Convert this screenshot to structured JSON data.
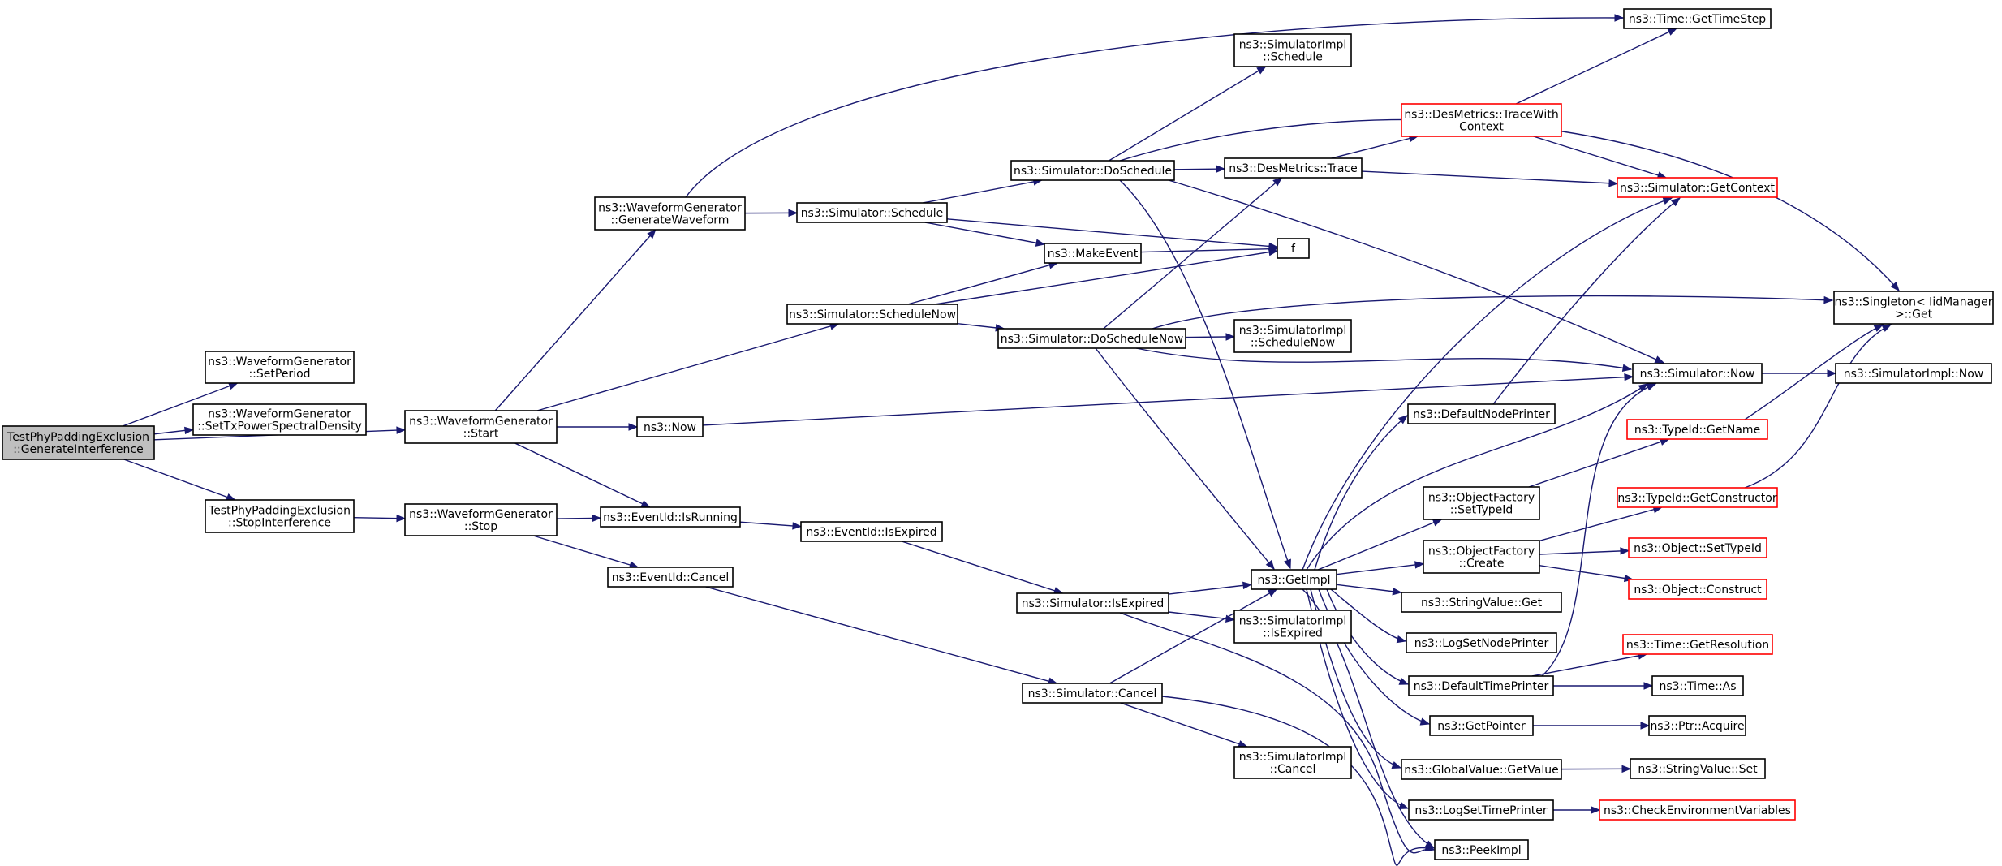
{
  "colors": {
    "edge": "#191970",
    "node_border": "#000000",
    "node_border_external": "#ff0000",
    "node_fill": "#ffffff",
    "root_fill": "#bfbfbf"
  },
  "graph": {
    "nodes": [
      {
        "id": "root",
        "lines": [
          "TestPhyPaddingExclusion",
          "::GenerateInterference"
        ],
        "root": true
      },
      {
        "id": "wg_setperiod",
        "lines": [
          "ns3::WaveformGenerator",
          "::SetPeriod"
        ]
      },
      {
        "id": "wg_settxpsd",
        "lines": [
          "ns3::WaveformGenerator",
          "::SetTxPowerSpectralDensity"
        ]
      },
      {
        "id": "wg_start",
        "lines": [
          "ns3::WaveformGenerator",
          "::Start"
        ]
      },
      {
        "id": "stop_interf",
        "lines": [
          "TestPhyPaddingExclusion",
          "::StopInterference"
        ]
      },
      {
        "id": "wg_genwave",
        "lines": [
          "ns3::WaveformGenerator",
          "::GenerateWaveform"
        ]
      },
      {
        "id": "sim_schedulenow",
        "lines": [
          "ns3::Simulator::ScheduleNow"
        ]
      },
      {
        "id": "ns3_now",
        "lines": [
          "ns3::Now"
        ]
      },
      {
        "id": "eid_isrunning",
        "lines": [
          "ns3::EventId::IsRunning"
        ]
      },
      {
        "id": "wg_stop",
        "lines": [
          "ns3::WaveformGenerator",
          "::Stop"
        ]
      },
      {
        "id": "eid_cancel",
        "lines": [
          "ns3::EventId::Cancel"
        ]
      },
      {
        "id": "sim_schedule",
        "lines": [
          "ns3::Simulator::Schedule"
        ]
      },
      {
        "id": "eid_isexpired",
        "lines": [
          "ns3::EventId::IsExpired"
        ]
      },
      {
        "id": "sim_doschedule",
        "lines": [
          "ns3::Simulator::DoSchedule"
        ]
      },
      {
        "id": "make_event",
        "lines": [
          "ns3::MakeEvent"
        ]
      },
      {
        "id": "sim_doschedulenow",
        "lines": [
          "ns3::Simulator::DoScheduleNow"
        ]
      },
      {
        "id": "sim_isexpired",
        "lines": [
          "ns3::Simulator::IsExpired"
        ]
      },
      {
        "id": "sim_cancel",
        "lines": [
          "ns3::Simulator::Cancel"
        ]
      },
      {
        "id": "simimpl_schedule",
        "lines": [
          "ns3::SimulatorImpl",
          "::Schedule"
        ]
      },
      {
        "id": "desm_trace",
        "lines": [
          "ns3::DesMetrics::Trace"
        ]
      },
      {
        "id": "f",
        "lines": [
          "f"
        ]
      },
      {
        "id": "simimpl_schedulenow",
        "lines": [
          "ns3::SimulatorImpl",
          "::ScheduleNow"
        ]
      },
      {
        "id": "getimpl",
        "lines": [
          "ns3::GetImpl"
        ]
      },
      {
        "id": "simimpl_isexpired",
        "lines": [
          "ns3::SimulatorImpl",
          "::IsExpired"
        ]
      },
      {
        "id": "simimpl_cancel",
        "lines": [
          "ns3::SimulatorImpl",
          "::Cancel"
        ]
      },
      {
        "id": "desm_tracewithctx",
        "lines": [
          "ns3::DesMetrics::TraceWith",
          "Context"
        ],
        "external": true
      },
      {
        "id": "default_node_printer",
        "lines": [
          "ns3::DefaultNodePrinter"
        ]
      },
      {
        "id": "of_settypeid",
        "lines": [
          "ns3::ObjectFactory",
          "::SetTypeId"
        ]
      },
      {
        "id": "of_create",
        "lines": [
          "ns3::ObjectFactory",
          "::Create"
        ]
      },
      {
        "id": "stringvalue_get",
        "lines": [
          "ns3::StringValue::Get"
        ]
      },
      {
        "id": "log_set_node_printer",
        "lines": [
          "ns3::LogSetNodePrinter"
        ]
      },
      {
        "id": "default_time_printer",
        "lines": [
          "ns3::DefaultTimePrinter"
        ]
      },
      {
        "id": "get_pointer",
        "lines": [
          "ns3::GetPointer"
        ]
      },
      {
        "id": "globalvalue_getvalue",
        "lines": [
          "ns3::GlobalValue::GetValue"
        ]
      },
      {
        "id": "log_set_time_printer",
        "lines": [
          "ns3::LogSetTimePrinter"
        ]
      },
      {
        "id": "peek_impl",
        "lines": [
          "ns3::PeekImpl"
        ]
      },
      {
        "id": "time_gettimestep",
        "lines": [
          "ns3::Time::GetTimeStep"
        ]
      },
      {
        "id": "sim_getcontext",
        "lines": [
          "ns3::Simulator::GetContext"
        ],
        "external": true
      },
      {
        "id": "sim_now",
        "lines": [
          "ns3::Simulator::Now"
        ]
      },
      {
        "id": "typeid_getname",
        "lines": [
          "ns3::TypeId::GetName"
        ],
        "external": true
      },
      {
        "id": "typeid_getconstructor",
        "lines": [
          "ns3::TypeId::GetConstructor"
        ],
        "external": true
      },
      {
        "id": "object_settypeid",
        "lines": [
          "ns3::Object::SetTypeId"
        ],
        "external": true
      },
      {
        "id": "object_construct",
        "lines": [
          "ns3::Object::Construct"
        ],
        "external": true
      },
      {
        "id": "time_getresolution",
        "lines": [
          "ns3::Time::GetResolution"
        ],
        "external": true
      },
      {
        "id": "time_as",
        "lines": [
          "ns3::Time::As"
        ]
      },
      {
        "id": "ptr_acquire",
        "lines": [
          "ns3::Ptr::Acquire"
        ]
      },
      {
        "id": "stringvalue_set",
        "lines": [
          "ns3::StringValue::Set"
        ]
      },
      {
        "id": "check_env_vars",
        "lines": [
          "ns3::CheckEnvironmentVariables"
        ],
        "external": true
      },
      {
        "id": "singleton_get",
        "lines": [
          "ns3::Singleton< IidManager",
          " >::Get"
        ]
      },
      {
        "id": "simimpl_now",
        "lines": [
          "ns3::SimulatorImpl::Now"
        ]
      }
    ],
    "edges": [
      [
        "root",
        "wg_setperiod"
      ],
      [
        "root",
        "wg_settxpsd"
      ],
      [
        "root",
        "wg_start"
      ],
      [
        "root",
        "stop_interf"
      ],
      [
        "wg_start",
        "wg_genwave"
      ],
      [
        "wg_start",
        "sim_schedulenow"
      ],
      [
        "wg_start",
        "ns3_now"
      ],
      [
        "wg_start",
        "eid_isrunning"
      ],
      [
        "stop_interf",
        "wg_stop"
      ],
      [
        "wg_stop",
        "eid_isrunning"
      ],
      [
        "wg_stop",
        "eid_cancel"
      ],
      [
        "wg_genwave",
        "sim_schedule"
      ],
      [
        "wg_genwave",
        "time_gettimestep"
      ],
      [
        "sim_schedule",
        "sim_doschedule"
      ],
      [
        "sim_schedule",
        "make_event"
      ],
      [
        "sim_schedule",
        "f"
      ],
      [
        "sim_schedulenow",
        "make_event"
      ],
      [
        "sim_schedulenow",
        "f"
      ],
      [
        "sim_schedulenow",
        "sim_doschedulenow"
      ],
      [
        "make_event",
        "f"
      ],
      [
        "ns3_now",
        "sim_now"
      ],
      [
        "eid_isrunning",
        "eid_isexpired"
      ],
      [
        "eid_isexpired",
        "sim_isexpired"
      ],
      [
        "eid_cancel",
        "sim_cancel"
      ],
      [
        "sim_doschedule",
        "simimpl_schedule"
      ],
      [
        "sim_doschedule",
        "desm_trace"
      ],
      [
        "sim_doschedule",
        "singleton_get"
      ],
      [
        "sim_doschedule",
        "getimpl"
      ],
      [
        "sim_doschedule",
        "sim_now"
      ],
      [
        "sim_doschedulenow",
        "desm_trace"
      ],
      [
        "sim_doschedulenow",
        "singleton_get"
      ],
      [
        "sim_doschedulenow",
        "simimpl_schedulenow"
      ],
      [
        "sim_doschedulenow",
        "sim_now"
      ],
      [
        "sim_doschedulenow",
        "getimpl"
      ],
      [
        "sim_isexpired",
        "getimpl"
      ],
      [
        "sim_isexpired",
        "simimpl_isexpired"
      ],
      [
        "sim_isexpired",
        "peek_impl"
      ],
      [
        "sim_cancel",
        "getimpl"
      ],
      [
        "sim_cancel",
        "simimpl_cancel"
      ],
      [
        "sim_cancel",
        "peek_impl"
      ],
      [
        "desm_trace",
        "desm_tracewithctx"
      ],
      [
        "desm_trace",
        "sim_getcontext"
      ],
      [
        "desm_tracewithctx",
        "time_gettimestep"
      ],
      [
        "desm_tracewithctx",
        "sim_getcontext"
      ],
      [
        "getimpl",
        "sim_getcontext"
      ],
      [
        "getimpl",
        "sim_now"
      ],
      [
        "getimpl",
        "default_node_printer"
      ],
      [
        "getimpl",
        "of_settypeid"
      ],
      [
        "getimpl",
        "of_create"
      ],
      [
        "getimpl",
        "stringvalue_get"
      ],
      [
        "getimpl",
        "log_set_node_printer"
      ],
      [
        "getimpl",
        "default_time_printer"
      ],
      [
        "getimpl",
        "get_pointer"
      ],
      [
        "getimpl",
        "globalvalue_getvalue"
      ],
      [
        "getimpl",
        "log_set_time_printer"
      ],
      [
        "getimpl",
        "peek_impl"
      ],
      [
        "default_node_printer",
        "sim_getcontext"
      ],
      [
        "default_time_printer",
        "sim_now"
      ],
      [
        "default_time_printer",
        "time_getresolution"
      ],
      [
        "default_time_printer",
        "time_as"
      ],
      [
        "of_settypeid",
        "typeid_getname"
      ],
      [
        "of_create",
        "typeid_getconstructor"
      ],
      [
        "of_create",
        "object_settypeid"
      ],
      [
        "of_create",
        "object_construct"
      ],
      [
        "get_pointer",
        "ptr_acquire"
      ],
      [
        "globalvalue_getvalue",
        "stringvalue_set"
      ],
      [
        "log_set_time_printer",
        "check_env_vars"
      ],
      [
        "sim_now",
        "simimpl_now"
      ],
      [
        "typeid_getname",
        "singleton_get"
      ],
      [
        "typeid_getconstructor",
        "singleton_get"
      ]
    ]
  }
}
